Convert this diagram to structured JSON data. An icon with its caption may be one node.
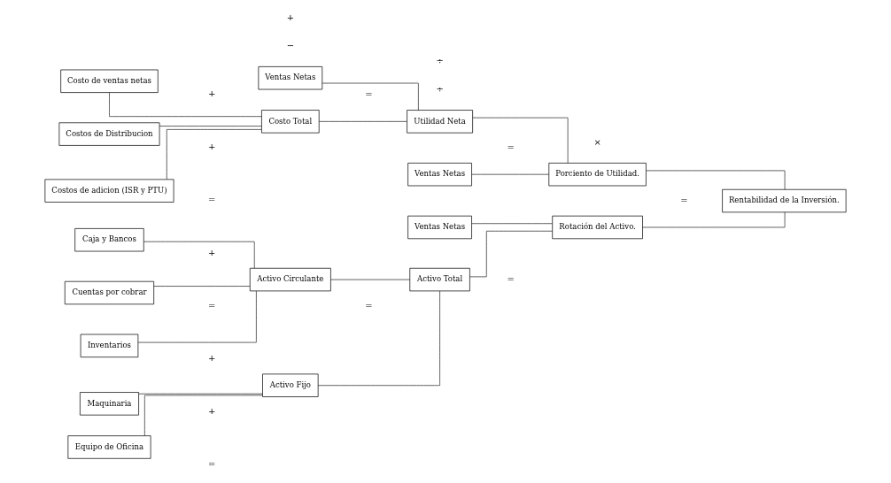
{
  "diagram": {
    "nodes": [
      {
        "text": [
          "Costo de ventas netas"
        ]
      },
      {
        "text": [
          "Costos de Distribucion"
        ]
      },
      {
        "text": [
          "Costos de adicion (ISR y PTU)"
        ]
      },
      {
        "text": [
          "Ventas Netas"
        ]
      },
      {
        "text": [
          "Costo Total"
        ]
      },
      {
        "text": [
          "Utilidad Neta"
        ]
      },
      {
        "text": [
          "Ventas Netas"
        ]
      },
      {
        "text": [
          "Porciento de Utilidad."
        ]
      },
      {
        "text": [
          "Rentabilidad de la Inversión."
        ]
      },
      {
        "text": [
          "Caja y Bancos"
        ]
      },
      {
        "text": [
          "Cuentas por cobrar"
        ]
      },
      {
        "text": [
          "Inventarios"
        ]
      },
      {
        "text": [
          "Activo Circulante"
        ]
      },
      {
        "text": [
          "Ventas Netas"
        ]
      },
      {
        "text": [
          "Maquinaria"
        ]
      },
      {
        "text": [
          "Activo Fijo"
        ]
      },
      {
        "text": [
          "Activo Total"
        ]
      },
      {
        "text": [
          "Rotación del Activo."
        ]
      },
      {
        "text": [
          "Equipo de Oficina"
        ]
      }
    ],
    "edges": [
      {
        "from": 0,
        "to": 4,
        "arrow": "none"
      },
      {
        "from": 1,
        "to": 4,
        "arrow": "none"
      },
      {
        "from": 2,
        "to": 4,
        "arrow": "none"
      },
      {
        "from": 3,
        "to": 5,
        "arrow": "none"
      },
      {
        "from": 4,
        "to": 5,
        "arrow": "none"
      },
      {
        "from": 5,
        "to": 7,
        "arrow": "none"
      },
      {
        "from": 6,
        "to": 7,
        "arrow": "none"
      },
      {
        "from": 7,
        "to": 8,
        "arrow": "none"
      },
      {
        "from": 17,
        "to": 8,
        "arrow": "none"
      },
      {
        "from": 9,
        "to": 12,
        "arrow": "none"
      },
      {
        "from": 10,
        "to": 12,
        "arrow": "none"
      },
      {
        "from": 11,
        "to": 12,
        "arrow": "none"
      },
      {
        "from": 14,
        "to": 15,
        "arrow": "none"
      },
      {
        "from": 18,
        "to": 15,
        "arrow": "none"
      },
      {
        "from": 12,
        "to": 16,
        "arrow": "none"
      },
      {
        "from": 15,
        "to": 16,
        "arrow": "none"
      },
      {
        "from": 13,
        "to": 17,
        "arrow": "none"
      },
      {
        "from": 16,
        "to": 17,
        "arrow": "none"
      }
    ],
    "labels": [
      "+",
      "−",
      "=",
      "÷",
      "=",
      "+",
      "=",
      "=",
      "×",
      "+",
      "=",
      "+",
      "÷",
      "=",
      "+",
      "+",
      "=",
      "="
    ]
  }
}
